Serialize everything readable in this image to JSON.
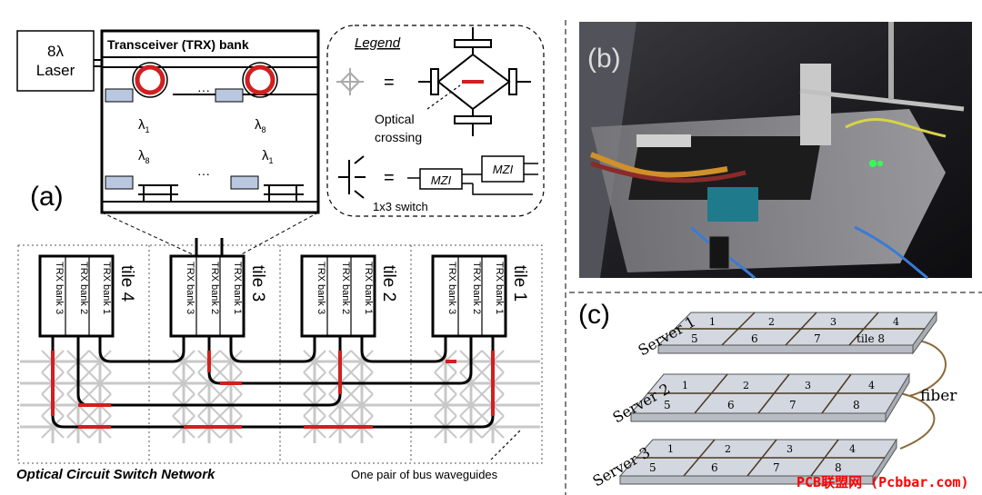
{
  "panel_a": {
    "label": "(a)",
    "laser_line1": "8λ",
    "laser_line2": "Laser",
    "trx_title": "Transceiver (TRX) bank",
    "dots": "···",
    "lambda_top_left": "λ",
    "lambda_top_left_sub": "1",
    "lambda_top_right": "λ",
    "lambda_top_right_sub": "8",
    "lambda_bot_left": "λ",
    "lambda_bot_left_sub": "8",
    "lambda_bot_right": "λ",
    "lambda_bot_right_sub": "1",
    "legend_title": "Legend",
    "equals": "=",
    "optical_crossing": [
      "Optical",
      "crossing"
    ],
    "switch_label": "1x3 switch",
    "mzi": "MZI",
    "tiles": [
      {
        "name": "tile 4",
        "banks": [
          "TRX bank 3",
          "TRX bank 2",
          "TRX bank 1"
        ]
      },
      {
        "name": "tile 3",
        "banks": [
          "TRX bank 3",
          "TRX bank 2",
          "TRX bank 1"
        ]
      },
      {
        "name": "tile 2",
        "banks": [
          "TRX bank 3",
          "TRX bank 2",
          "TRX bank 1"
        ]
      },
      {
        "name": "tile 1",
        "banks": [
          "TRX bank 3",
          "TRX bank 2",
          "TRX bank 1"
        ]
      }
    ],
    "network_title": "Optical Circuit Switch Network",
    "bus_label": "One pair of bus waveguides"
  },
  "panel_b": {
    "label": "(b)"
  },
  "panel_c": {
    "label": "(c)",
    "fiber_label": "fiber",
    "servers": [
      {
        "name": "Server 1",
        "tiles_top": [
          "1",
          "2",
          "3",
          "4"
        ],
        "tiles_bottom": [
          "5",
          "6",
          "7",
          "tile 8"
        ]
      },
      {
        "name": "Server 2",
        "tiles_top": [
          "1",
          "2",
          "3",
          "4"
        ],
        "tiles_bottom": [
          "5",
          "6",
          "7",
          "8"
        ]
      },
      {
        "name": "Server 3",
        "tiles_top": [
          "1",
          "2",
          "3",
          "4"
        ],
        "tiles_bottom": [
          "5",
          "6",
          "7",
          "8"
        ]
      }
    ]
  },
  "watermark": "PCB联盟网 (Pcbbar.com)",
  "colors": {
    "waveguide_red": "#d21f1f",
    "grid_gray": "#c8c8c8",
    "slab_top": "#d3d7df",
    "coupler_blue": "#b9c8e0",
    "watermark_red": "#ff0000"
  }
}
